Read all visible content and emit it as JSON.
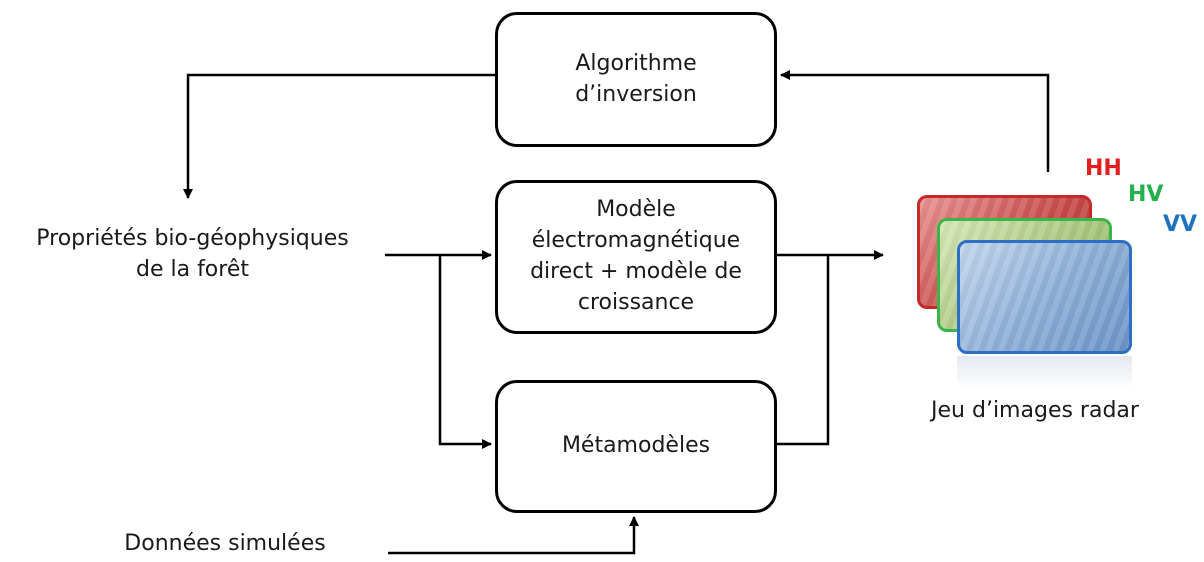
{
  "boxes": {
    "inversion": [
      "Algorithme",
      "d’inversion"
    ],
    "model": [
      "Modèle",
      "électromagnétique",
      "direct + modèle de",
      "croissance"
    ],
    "meta": [
      "Métamodèles"
    ]
  },
  "labels": {
    "properties": [
      "Propriétés bio-géophysiques",
      "de la forêt"
    ],
    "simulated_data": "Données simulées",
    "radar_set": "Jeu d’images radar"
  },
  "polarizations": [
    {
      "label": "HH",
      "color": "#e02020"
    },
    {
      "label": "HV",
      "color": "#22b14c"
    },
    {
      "label": "VV",
      "color": "#1e73be"
    }
  ]
}
